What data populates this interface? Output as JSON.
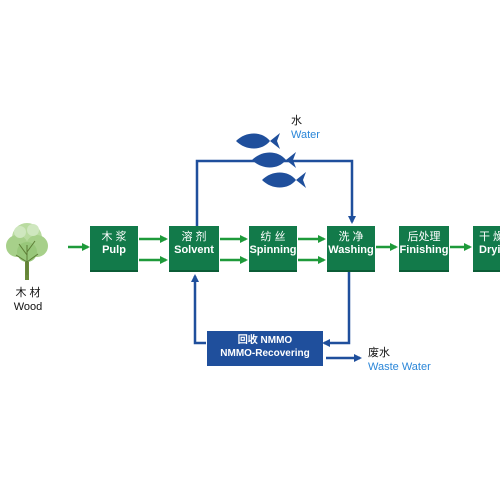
{
  "raw_material": {
    "zh": "木 材",
    "en": "Wood",
    "icon": "tree-icon"
  },
  "steps": [
    {
      "id": "pulp",
      "zh": "木 浆",
      "en": "Pulp"
    },
    {
      "id": "solvent",
      "zh": "溶 剂",
      "en": "Solvent"
    },
    {
      "id": "spinning",
      "zh": "纺 丝",
      "en": "Spinning"
    },
    {
      "id": "washing",
      "zh": "洗 净",
      "en": "Washing"
    },
    {
      "id": "finishing",
      "zh": "后处理",
      "en": "Finishing"
    },
    {
      "id": "drying",
      "zh": "干 燥",
      "en": "Drying"
    }
  ],
  "recovery": {
    "zh": "回收  NMMO",
    "en": "NMMO-Recovering"
  },
  "water_input": {
    "zh": "水",
    "en": "Water",
    "icon": "fish-icon"
  },
  "waste_output": {
    "zh": "废水",
    "en": "Waste Water"
  },
  "colors": {
    "step_box": "#127a4a",
    "recovery_box": "#1f4f9c",
    "flow_arrow_green": "#1e9a3a",
    "flow_arrow_blue": "#1f4f9c",
    "fish": "#1f4f9c",
    "english_water_label": "#2a86d8"
  }
}
